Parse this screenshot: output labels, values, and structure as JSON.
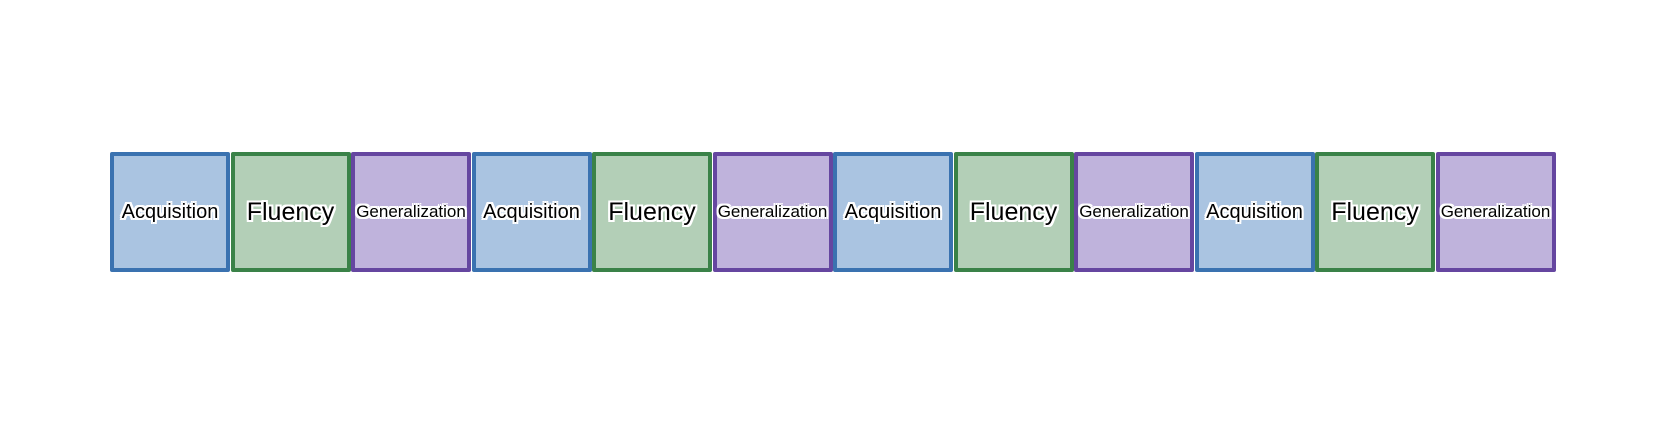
{
  "colors": {
    "acquisition": {
      "fill": "#aac4e1",
      "stroke": "#3a72b0"
    },
    "fluency": {
      "fill": "#b3cfb7",
      "stroke": "#3a8248"
    },
    "generalization": {
      "fill": "#bfb3dc",
      "stroke": "#6546a0"
    }
  },
  "boxes": [
    {
      "label": "Acquisition",
      "kind": "acquisition"
    },
    {
      "label": "Fluency",
      "kind": "fluency"
    },
    {
      "label": "Generalization",
      "kind": "generalization"
    },
    {
      "label": "Acquisition",
      "kind": "acquisition"
    },
    {
      "label": "Fluency",
      "kind": "fluency"
    },
    {
      "label": "Generalization",
      "kind": "generalization"
    },
    {
      "label": "Acquisition",
      "kind": "acquisition"
    },
    {
      "label": "Fluency",
      "kind": "fluency"
    },
    {
      "label": "Generalization",
      "kind": "generalization"
    },
    {
      "label": "Acquisition",
      "kind": "acquisition"
    },
    {
      "label": "Fluency",
      "kind": "fluency"
    },
    {
      "label": "Generalization",
      "kind": "generalization"
    }
  ]
}
